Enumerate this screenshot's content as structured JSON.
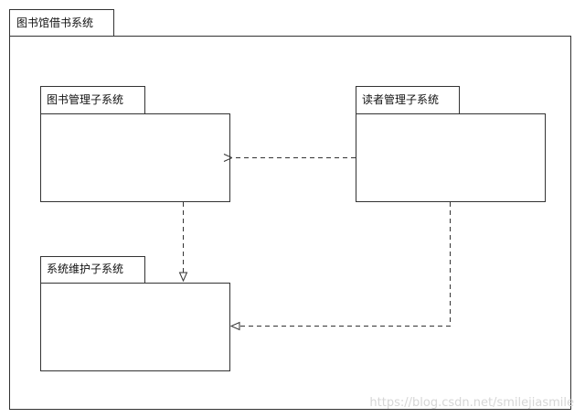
{
  "system": {
    "title": "图书馆借书系统"
  },
  "packages": {
    "book_management": {
      "label": "图书管理子系统"
    },
    "reader_management": {
      "label": "读者管理子系统"
    },
    "maintenance": {
      "label": "系统维护子系统"
    }
  },
  "watermark": "https://blog.csdn.net/smilejiasmile",
  "colors": {
    "line": "#333333",
    "background": "#ffffff",
    "watermark": "#d6d6d6"
  }
}
